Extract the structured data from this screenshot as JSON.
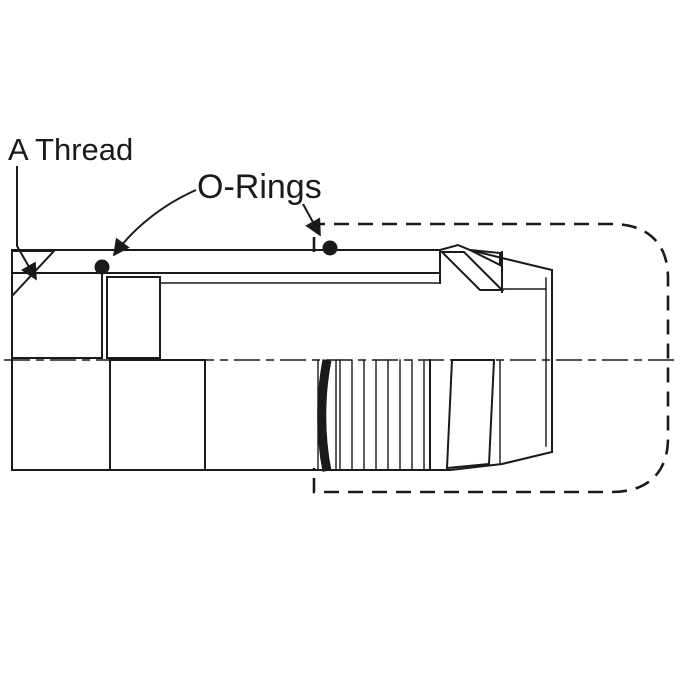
{
  "diagram": {
    "type": "engineering-drawing",
    "description": "Side cross-section of a circular connector showing thread and O-ring locations, with mating side shown in dashed phantom outline",
    "labels": {
      "a_thread": "A Thread",
      "o_rings": "O-Rings"
    },
    "colors": {
      "line": "#1a1a1a",
      "fill_black": "#000000",
      "background": "#ffffff"
    }
  }
}
